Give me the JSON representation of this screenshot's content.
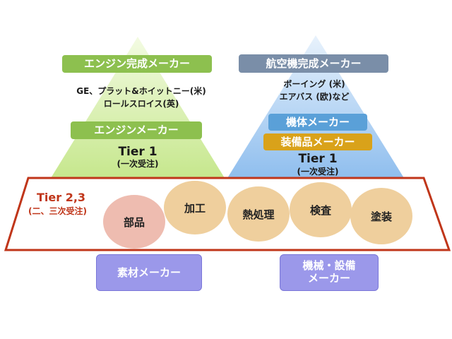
{
  "left": {
    "top_label": "エンジン完成メーカー",
    "companies_line1": "GE、プラット&ホイットニー(米)",
    "companies_line2": "ロールスロイス(英)",
    "mid_label": "エンジンメーカー",
    "tier": "Tier 1",
    "tier_sub": "(一次受注)"
  },
  "right": {
    "top_label": "航空機完成メーカー",
    "companies_line1": "ボーイング (米)",
    "companies_line2": "エアバス (欧)など",
    "mid_label": "機体メーカー",
    "mid_label2": "装備品メーカー",
    "tier": "Tier 1",
    "tier_sub": "(一次受注)"
  },
  "band": {
    "tier": "Tier 2,3",
    "tier_sub": "(二、三次受注)",
    "circles": [
      "部品",
      "加工",
      "熱処理",
      "検査",
      "塗装"
    ]
  },
  "bottom": {
    "left_box": "素材メーカー",
    "right_box_line1": "機械・設備",
    "right_box_line2": "メーカー"
  },
  "colors": {
    "green_pyramid": "#d9f0a8",
    "blue_pyramid": "#a9cdf1",
    "band_outline": "#c0361a",
    "tier23_text": "#c0361a"
  }
}
